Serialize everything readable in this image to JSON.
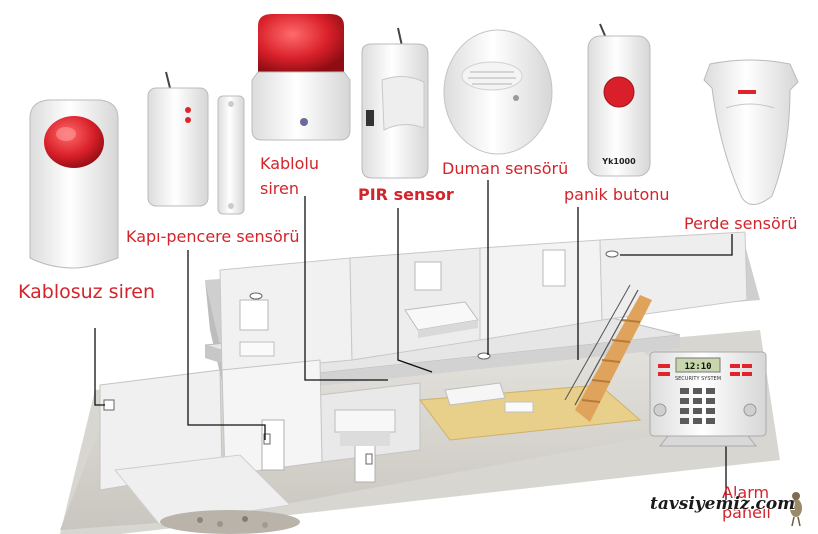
{
  "labels": {
    "kablosuz_siren": "Kablosuz siren",
    "kapi_pencere": "Kapı-pencere sensörü",
    "kablolu_line1": "Kablolu",
    "kablolu_line2": "siren",
    "pir": "PIR sensor",
    "duman": "Duman sensörü",
    "panik": "panik butonu",
    "perde": "Perde sensörü",
    "alarm_line1": "Alarm",
    "alarm_line2": "paneli"
  },
  "devices": {
    "remote_model": "Yk1000",
    "panel_display": "12:10",
    "panel_strip": "SECURITY SYSTEM"
  },
  "watermark": "tavsiyemiz.com",
  "colors": {
    "label_red": "#d3242b",
    "siren_red": "#d9202a",
    "floor_wood": "#e8cf8a",
    "stairs": "#e0a35b",
    "wall": "#f1f1f1"
  }
}
